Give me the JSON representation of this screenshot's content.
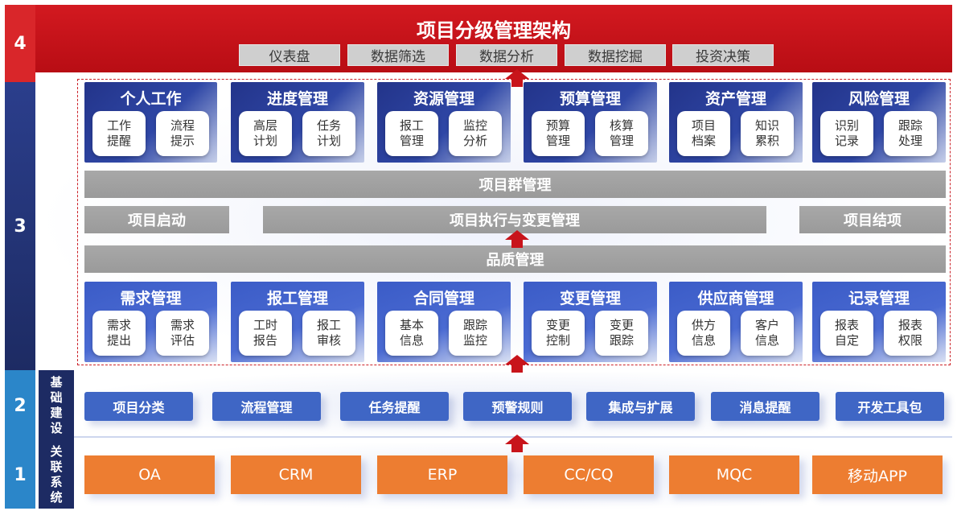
{
  "levels": [
    "4",
    "3",
    "2",
    "1"
  ],
  "layer4": {
    "title": "项目分级管理架构",
    "tabs": [
      "仪表盘",
      "数据筛选",
      "数据分析",
      "数据挖掘",
      "投资决策"
    ]
  },
  "layer3": {
    "top_modules": [
      {
        "title": "个人工作",
        "items": [
          "工作\n提醒",
          "流程\n提示"
        ]
      },
      {
        "title": "进度管理",
        "items": [
          "高层\n计划",
          "任务\n计划"
        ]
      },
      {
        "title": "资源管理",
        "items": [
          "报工\n管理",
          "监控\n分析"
        ]
      },
      {
        "title": "预算管理",
        "items": [
          "预算\n管理",
          "核算\n管理"
        ]
      },
      {
        "title": "资产管理",
        "items": [
          "项目\n档案",
          "知识\n累积"
        ]
      },
      {
        "title": "风险管理",
        "items": [
          "识别\n记录",
          "跟踪\n处理"
        ]
      }
    ],
    "program_bar": "项目群管理",
    "start_bar": "项目启动",
    "execution_bar": "项目执行与变更管理",
    "close_bar": "项目结项",
    "quality_bar": "品质管理",
    "bottom_modules": [
      {
        "title": "需求管理",
        "items": [
          "需求\n提出",
          "需求\n评估"
        ]
      },
      {
        "title": "报工管理",
        "items": [
          "工时\n报告",
          "报工\n审核"
        ]
      },
      {
        "title": "合同管理",
        "items": [
          "基本\n信息",
          "跟踪\n监控"
        ]
      },
      {
        "title": "变更管理",
        "items": [
          "变更\n控制",
          "变更\n跟踪"
        ]
      },
      {
        "title": "供应商管理",
        "items": [
          "供方\n信息",
          "客户\n信息"
        ]
      },
      {
        "title": "记录管理",
        "items": [
          "报表\n自定",
          "报表\n权限"
        ]
      }
    ]
  },
  "layer2": {
    "label": "基\n础\n建\n设",
    "items": [
      "项目分类",
      "流程管理",
      "任务提醒",
      "预警规则",
      "集成与扩展",
      "消息提醒",
      "开发工具包"
    ]
  },
  "layer1": {
    "label": "关\n联\n系\n统",
    "items": [
      "OA",
      "CRM",
      "ERP",
      "CC/CQ",
      "MQC",
      "移动APP"
    ]
  },
  "colors": {
    "red": "#c8141b",
    "navy": "#23348a",
    "blue": "#3f66c5",
    "orange": "#ed7d31",
    "grey": "#a3a3a3"
  }
}
